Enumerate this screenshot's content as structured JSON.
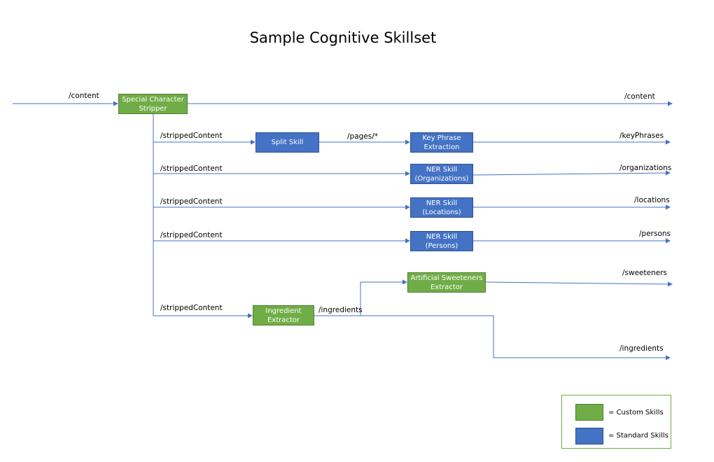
{
  "title": "Sample Cognitive Skillset",
  "skills": {
    "special_char_stripper": "Special Character Stripper",
    "split_skill": "Split Skill",
    "key_phrase": "Key Phrase Extraction",
    "ner_org": "NER Skill (Organizations)",
    "ner_loc": "NER Skill (Locations)",
    "ner_per": "NER Skill (Persons)",
    "sweeteners": "Artificial Sweeteners Extractor",
    "ingredient": "Ingredient Extractor"
  },
  "labels": {
    "content_in": "/content",
    "content_out": "/content",
    "stripped_1": "/strippedContent",
    "stripped_2": "/strippedContent",
    "stripped_3": "/strippedContent",
    "stripped_4": "/strippedContent",
    "stripped_5": "/strippedContent",
    "pages": "/pages/*",
    "key_phrases": "/keyPhrases",
    "organizations": "/organizations",
    "locations": "/locations",
    "persons": "/persons",
    "sweeteners": "/sweeteners",
    "ingredients_mid": "/ingredients",
    "ingredients_out": "/ingredients"
  },
  "legend": {
    "custom": "=  Custom Skills",
    "standard": "=  Standard Skills"
  },
  "colors": {
    "custom": "#70ad47",
    "standard": "#4472c4",
    "line": "#4472c4"
  }
}
